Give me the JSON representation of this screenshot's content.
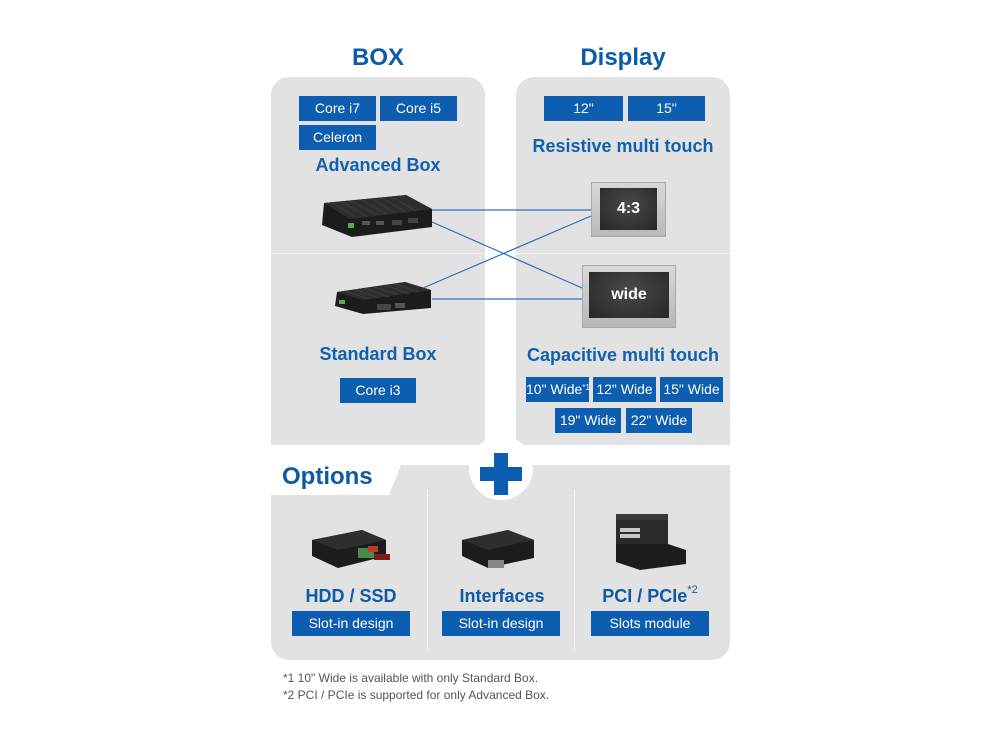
{
  "box": {
    "title": "BOX",
    "advanced": {
      "cpu_tags": [
        "Core i7",
        "Core i5",
        "Celeron"
      ],
      "label": "Advanced Box"
    },
    "standard": {
      "label": "Standard Box",
      "cpu_tags": [
        "Core i3"
      ]
    }
  },
  "display": {
    "title": "Display",
    "resistive": {
      "size_tags": [
        "12\"",
        "15\""
      ],
      "label": "Resistive multi touch",
      "screen_label": "4:3"
    },
    "capacitive": {
      "label": "Capacitive multi touch",
      "screen_label": "wide",
      "size_tags": [
        {
          "text": "10\" Wide",
          "note": "*1"
        },
        {
          "text": "12\" Wide",
          "note": ""
        },
        {
          "text": "15\" Wide",
          "note": ""
        },
        {
          "text": "19\" Wide",
          "note": ""
        },
        {
          "text": "22\" Wide",
          "note": ""
        }
      ]
    }
  },
  "connections": [
    {
      "from": "Advanced Box",
      "to": "4:3"
    },
    {
      "from": "Advanced Box",
      "to": "wide"
    },
    {
      "from": "Standard Box",
      "to": "4:3"
    },
    {
      "from": "Standard Box",
      "to": "wide"
    }
  ],
  "options": {
    "title": "Options",
    "plus_icon": "plus-icon",
    "items": [
      {
        "title": "HDD / SSD",
        "note": "",
        "tag": "Slot-in design"
      },
      {
        "title": "Interfaces",
        "note": "",
        "tag": "Slot-in design"
      },
      {
        "title": "PCI / PCIe",
        "note": "*2",
        "tag": "Slots module"
      }
    ]
  },
  "footnotes": [
    "*1 10\" Wide is available with only Standard Box.",
    "*2 PCI / PCIe is supported for only Advanced Box."
  ],
  "colors": {
    "brand_blue": "#0d5eb0",
    "panel_gray": "#e2e2e2"
  }
}
